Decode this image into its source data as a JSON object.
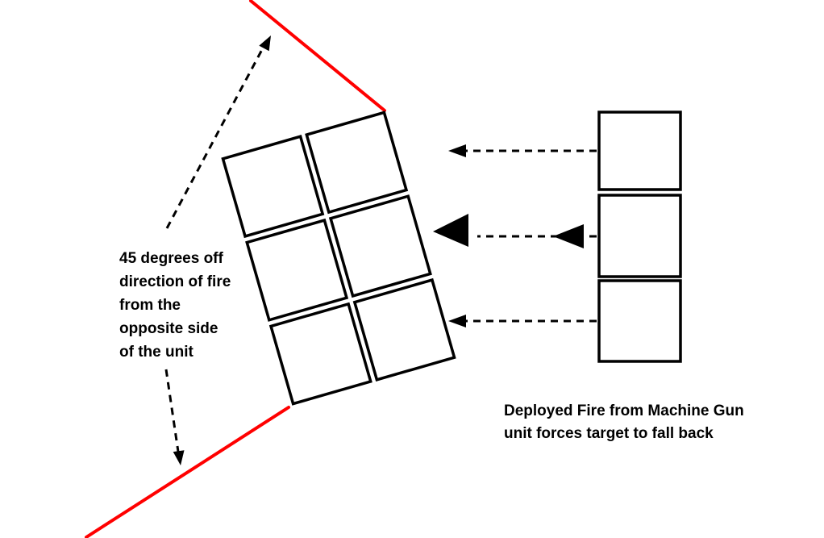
{
  "colors": {
    "boundary_line": "#ff0000",
    "diagram_ink": "#000000",
    "background": "#ffffff"
  },
  "labels": {
    "angle_note_lines": [
      "45 degrees off",
      "direction of fire",
      "from the",
      "opposite side",
      "of the unit"
    ],
    "deployed_note_lines": [
      "Deployed Fire from Machine Gun",
      "unit forces target to fall back"
    ]
  }
}
